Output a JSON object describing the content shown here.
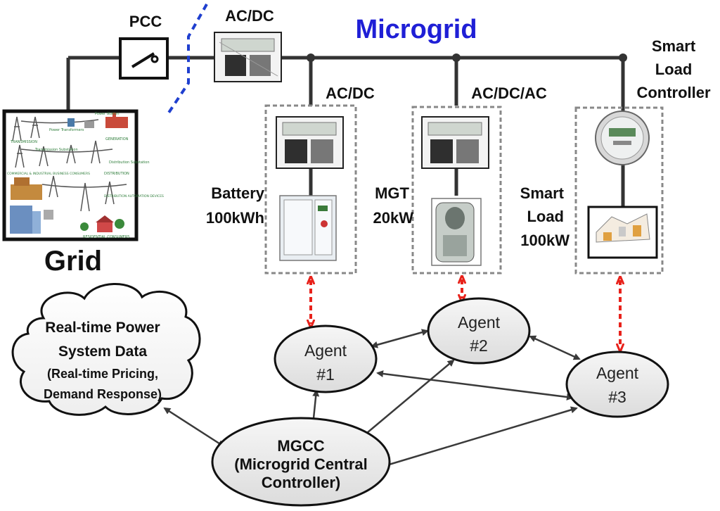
{
  "title": "Microgrid",
  "pcc": "PCC",
  "converters": {
    "main": "AC/DC",
    "battery": "AC/DC",
    "mgt": "AC/DC/AC",
    "smart_load_controller": [
      "Smart",
      "Load",
      "Controller"
    ]
  },
  "grid": {
    "label": "Grid",
    "labels": [
      "Power Transformers",
      "Power Station",
      "TRANSMISSION",
      "GENERATION",
      "Transmission Substation",
      "Distribution Substation",
      "COMMERCIAL & INDUSTRIAL BUSINESS CONSUMERS",
      "DISTRIBUTION",
      "DISTRIBUTION AUTOMATION DEVICES",
      "RESIDENTIAL CONSUMERS"
    ]
  },
  "resources": {
    "battery": [
      "Battery",
      "100kWh"
    ],
    "mgt": [
      "MGT",
      "20kW"
    ],
    "smart_load": [
      "Smart",
      "Load",
      "100kW"
    ]
  },
  "cloud": [
    "Real-time Power",
    "System Data",
    "(Real-time Pricing,",
    "Demand Response)"
  ],
  "agents": {
    "a1": [
      "Agent",
      "#1"
    ],
    "a2": [
      "Agent",
      "#2"
    ],
    "a3": [
      "Agent",
      "#3"
    ]
  },
  "mgcc": [
    "MGCC",
    "(Microgrid Central",
    "Controller)"
  ],
  "colors": {
    "title": "#1f1fd6",
    "bus": "#333333",
    "comm_link": "#e8221b",
    "boundary": "#1f3fcf"
  }
}
